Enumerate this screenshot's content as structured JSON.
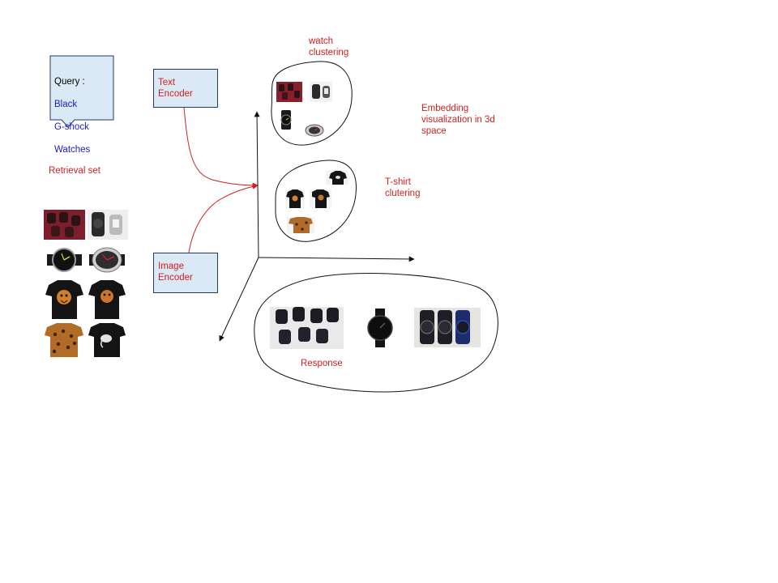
{
  "query_callout": {
    "heading": "Query :",
    "terms": [
      "Black",
      "G-shock",
      "Watches"
    ],
    "heading_color": "#000000",
    "terms_color": "#1c1cb5",
    "fill": "#dbe8f5"
  },
  "text_encoder": {
    "label": "Text\nEncoder"
  },
  "image_encoder": {
    "label": "Image\nEncoder"
  },
  "retrieval_set": {
    "label": "Retrieval set",
    "items": [
      "patterned-red-watches-thumbnail",
      "black-and-white-watches-thumbnail",
      "black-analog-watch-thumbnail",
      "silver-red-hands-watch-thumbnail",
      "tiger-print-tshirt-thumbnail",
      "tiger-face-tshirt-thumbnail",
      "leopard-print-tshirt-thumbnail",
      "elephant-print-tshirt-thumbnail"
    ]
  },
  "embedding_space": {
    "caption": "Embedding\nvisualization in 3d\nspace",
    "watch_cluster_label": "watch\nclustering",
    "tshirt_cluster_label": "T-shirt\nclutering"
  },
  "response": {
    "label": "Response",
    "items": [
      "black-g-shock-watches-group-thumbnail",
      "black-round-watch-thumbnail",
      "black-blue-g-shock-watches-thumbnail"
    ]
  },
  "colors": {
    "label_text": "#cc2222",
    "arrow": "#cc2222",
    "axes": "#111111",
    "box_fill": "#dbe8f5",
    "box_border": "#1f3a66"
  }
}
